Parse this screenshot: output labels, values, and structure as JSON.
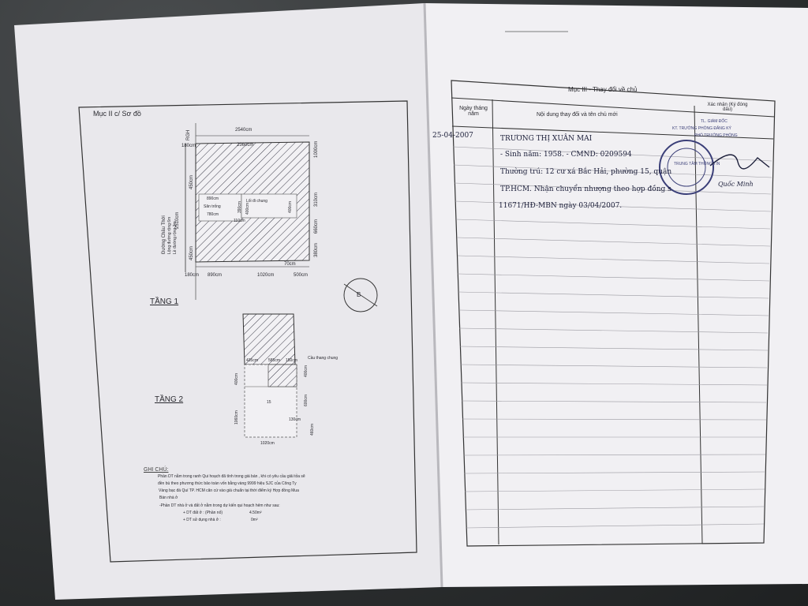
{
  "left_page": {
    "section_title": "Mục II c/ Sơ đồ",
    "dimensions": {
      "top_total": "2540cm",
      "top_inner": "2360cm",
      "left_a": "180cm",
      "left_b": "180cm",
      "right_total": "1000cm",
      "right_mid": "310cm",
      "right_low1": "660cm",
      "right_low2": "380cm",
      "left_height": "2510cm",
      "left_mid": "450cm",
      "left_low": "450cm",
      "san_w1": "890cm",
      "san_w2": "780cm",
      "corridor_h1": "390cm",
      "corridor_h2": "400cm",
      "corridor_w": "110cm",
      "corridor_side": "400cm",
      "bottom_1": "180cm",
      "bottom_2": "890cm",
      "bottom_3": "1020cm",
      "bottom_4": "70cm",
      "bottom_5": "500cm",
      "rgh": "RGH"
    },
    "labels": {
      "san_trong": "Sân trống",
      "loi_di_chung": "Lối đi chung",
      "street": "Đường Châu Thới",
      "street_sub1": "Lộng đường rộng 6m",
      "street_sub2": "Lề đường rộng 2m",
      "north": "B"
    },
    "floor1": "TẦNG 1",
    "floor2": "TẦNG 2",
    "floor2_dims": {
      "a": "435cm",
      "b": "585cm",
      "c": "150cm",
      "d": "400cm",
      "e": "600cm",
      "f": "1060cm",
      "g": "130cm",
      "h": "460cm",
      "i": "400cm",
      "bottom": "1020cm",
      "room": "15",
      "stair": "Cầu thang chung"
    },
    "notes": {
      "heading": "GHI CHÚ:",
      "line1": "Phần DT nằm trong ranh Qui hoạch đã tính trong giá bán , khi có yêu cầu giải tỏa sẽ",
      "line2": "đền bù theo phương thức bảo toàn vốn bằng vàng 9999 hiệu SJC của Công Ty",
      "line3": "Vàng bạc đá Quí TP. HCM căn cứ vào giá chuẩn tại thời điểm ký Hợp đồng Mua",
      "line4": "Bán nhà ở",
      "line5": "-Phần DT nhà ở và đất ở nằm trong dự kiến qui hoạch hẻm như sau:",
      "line6": "+ DT đất ở : (Phần nố)",
      "line6_val": "4.50m²",
      "line7": "+ DT sử dụng nhà ở :",
      "line7_val": "0m²"
    }
  },
  "right_page": {
    "section_title": "Mục III - Thay đổi về chủ",
    "col_date": "Ngày tháng năm",
    "col_content": "Nội dung thay đổi và tên chủ mới",
    "col_confirm": "Xác nhận (Ký đóng dấu)",
    "stamp_text1": "TL. GIÁM ĐỐC",
    "stamp_text2": "KT. TRƯỞNG PHÒNG ĐĂNG KÝ",
    "stamp_text3": "PHÓ TRƯỞNG PHÒNG",
    "stamp_inner": "TRUNG TÂM THÔNG TIN",
    "signature_name": "Quốc Minh",
    "entry_date": "25-04-2007",
    "entry_lines": [
      "TRƯƠNG THỊ XUÂN MAI",
      "- Sinh năm: 1958.            - CMND: 0209594",
      "Thường trú: 12 cư xá Bắc Hải, phường 15, quận",
      "TP.HCM. Nhận chuyển nhượng theo hợp đồng s",
      "11671/HĐ-MBN ngày 03/04/2007."
    ]
  }
}
